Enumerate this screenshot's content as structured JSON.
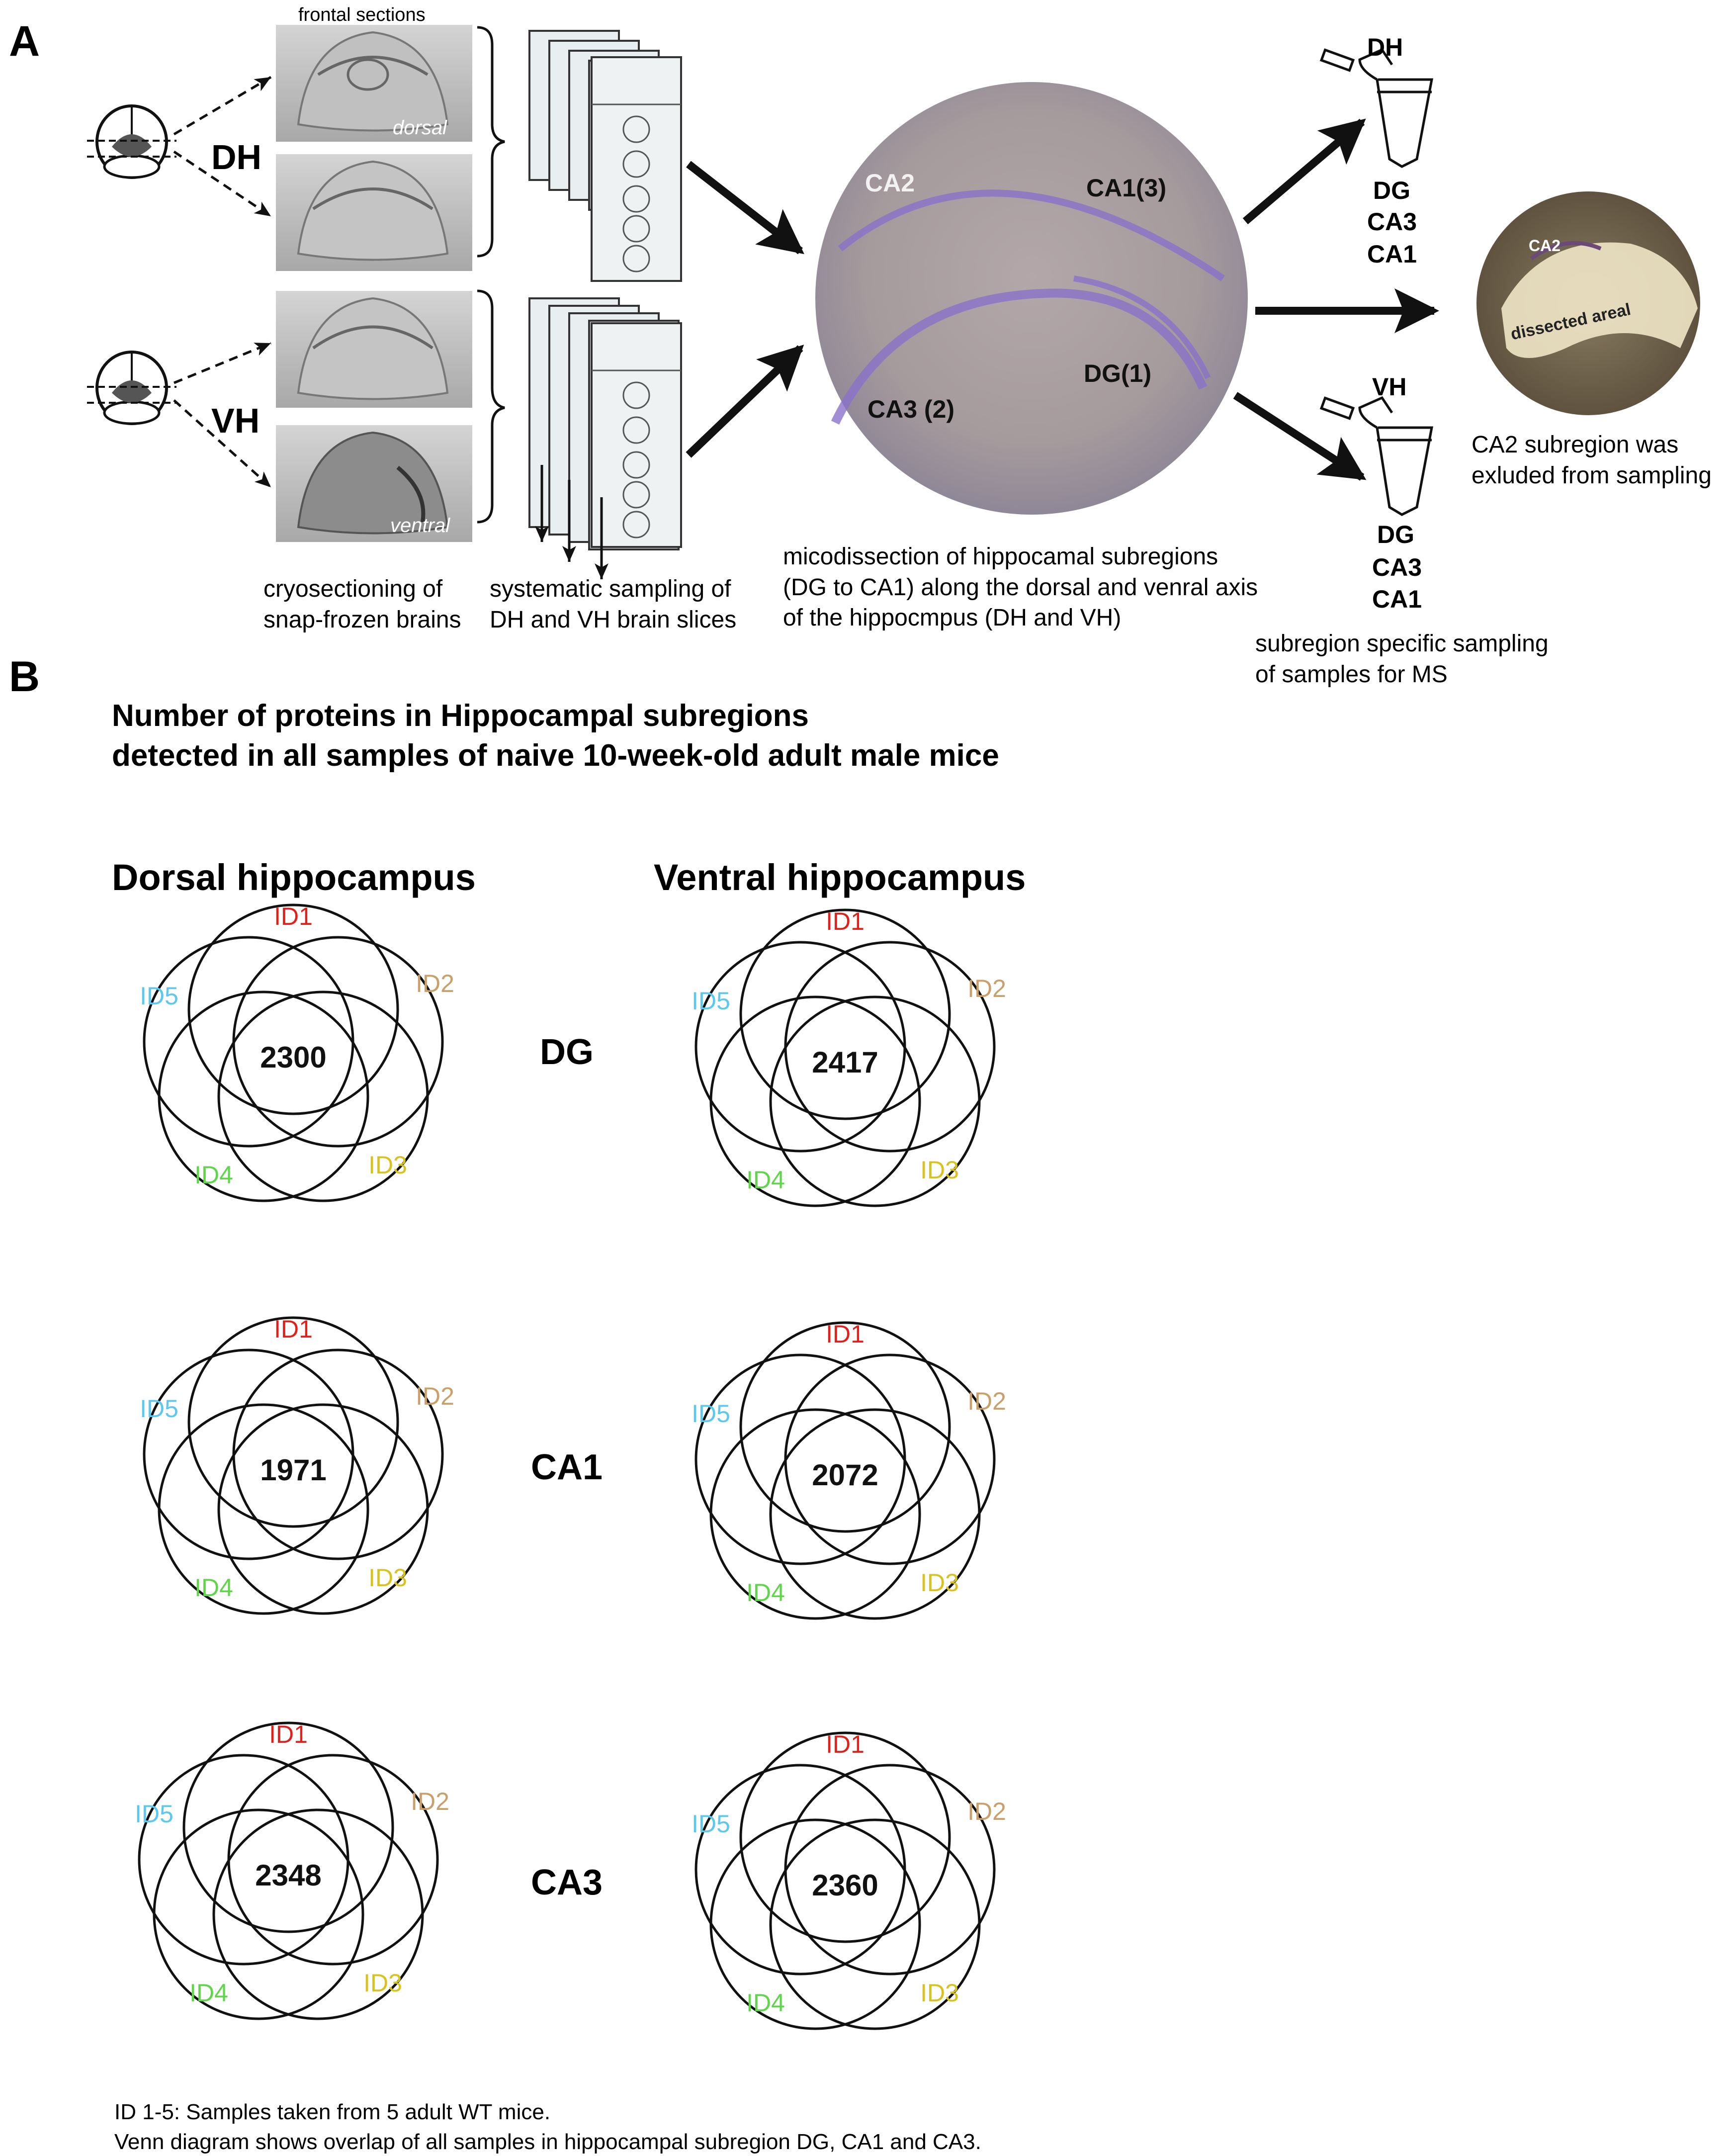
{
  "panel_a": {
    "letter": "A",
    "sections_label": "frontal sections",
    "dh_label": "DH",
    "vh_label": "VH",
    "dorsal_tag": "dorsal",
    "ventral_tag": "ventral",
    "caption_cryo": [
      "cryosectioning of",
      "snap-frozen brains"
    ],
    "caption_sampling": [
      "systematic sampling of",
      "DH and VH brain slices"
    ],
    "micro_labels": {
      "ca2": "CA2",
      "ca1": "CA1(3)",
      "ca3": "CA3 (2)",
      "dg": "DG(1)"
    },
    "caption_micro": [
      "micodissection of hippocamal subregions",
      "(DG to CA1) along the dorsal and venral axis",
      "of the hippocmpus (DH and VH)"
    ],
    "tube_dh": {
      "title": "DH",
      "regions": [
        "DG",
        "CA3",
        "CA1"
      ]
    },
    "tube_vh": {
      "title": "VH",
      "regions": [
        "DG",
        "CA3",
        "CA1"
      ]
    },
    "caption_specific": [
      "subregion specific sampling",
      "of samples for MS"
    ],
    "inset_labels": {
      "ca2": "CA2",
      "dissected": "dissected areal"
    },
    "caption_ca2": [
      "CA2 subregion was",
      "exluded from sampling"
    ]
  },
  "panel_b": {
    "letter": "B",
    "title": [
      "Number of proteins in Hippocampal subregions",
      "detected in all samples of naive 10-week-old adult male mice"
    ],
    "col_dorsal": "Dorsal hippocampus",
    "col_ventral": "Ventral hippocampus",
    "ids": [
      "ID1",
      "ID2",
      "ID3",
      "ID4",
      "ID5"
    ],
    "id_colors": {
      "ID1": "#e0201b",
      "ID2": "#c9a06a",
      "ID3": "#d9c21e",
      "ID4": "#5fd64a",
      "ID5": "#5cc8ee"
    },
    "rows": [
      {
        "region": "DG",
        "dorsal": "2300",
        "ventral": "2417"
      },
      {
        "region": "CA1",
        "dorsal": "1971",
        "ventral": "2072"
      },
      {
        "region": "CA3",
        "dorsal": "2348",
        "ventral": "2360"
      }
    ],
    "notes": [
      "ID 1-5:  Samples taken from 5 adult WT mice.",
      "Venn diagram shows overlap of all samples in hippocampal subregion DG, CA1 and CA3."
    ]
  }
}
